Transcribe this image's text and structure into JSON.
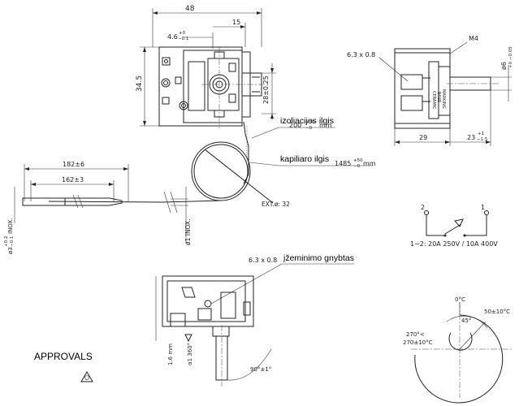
{
  "top_view": {
    "width": "48",
    "dim15": "15",
    "offset_main": "4.6",
    "offset_tol_top": "+0",
    "offset_tol_bot": "−0.1",
    "height": "34.5",
    "shaft_dist": "28±0.25"
  },
  "side_view": {
    "tab_size": "6.3 x 0.8",
    "thread": "M4",
    "base_label_1": "CERAMIC",
    "base_label_2": "BASE",
    "base_label_3": "MARKING",
    "body_len": "29",
    "shaft_len_main": "23",
    "shaft_len_tol_top": "+1",
    "shaft_len_tol_bot": "−1.5",
    "shaft_dia_main": "ø6",
    "shaft_dia_tol": "+0 −0.05"
  },
  "capillary": {
    "insulation_label": "izoliacijos ilgis",
    "insulation_main": "200",
    "insulation_tol_top": "+50",
    "insulation_tol_bot": "−0",
    "insulation_unit": "mm",
    "capillary_label": "kapiliaro ilgis",
    "capillary_main": "1485",
    "capillary_tol_top": "+50",
    "capillary_tol_bot": "−0",
    "capillary_unit": "mm",
    "ext_diameter": "EXT.ø: 32",
    "inox_label": "ø1 INOX.",
    "bulb_len": "182±6",
    "bulb_inner": "162±3",
    "bulb_dia": "ø3",
    "bulb_dia_tol_top": "+0.2",
    "bulb_dia_tol_bot": "−0.1",
    "bulb_inox": "INOX."
  },
  "switch": {
    "pin_2": "2",
    "pin_1": "1",
    "rating": "1−2: 20A  250V / 10A  400V"
  },
  "front_view": {
    "tab_size": "6.3 x 0.8",
    "ground_label": "įžeminimo gnybtas",
    "dim_16": "1.6 mm",
    "rotation": "α1 360°",
    "angle": "90°±1°"
  },
  "dial": {
    "zero": "0°C",
    "deg45": "45°",
    "min_temp": "50±10°C",
    "span": "270°<",
    "max_temp": "270±10°C"
  },
  "approvals": {
    "title": "APPROVALS"
  }
}
